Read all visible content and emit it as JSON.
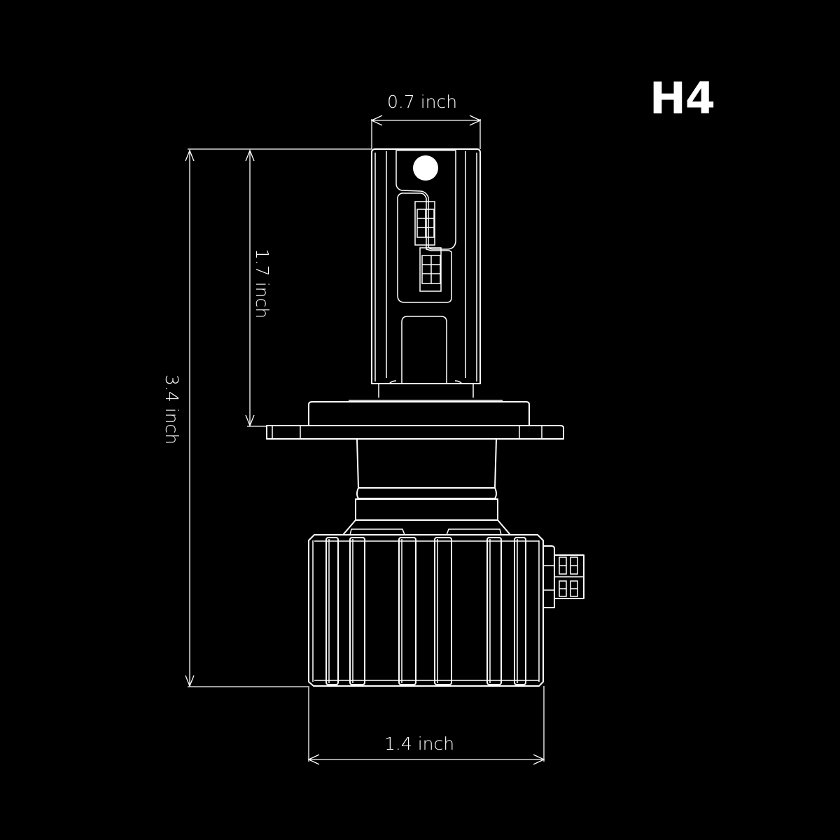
{
  "title": "H4",
  "dimensions": {
    "top_width": "0.7 inch",
    "upper_height": "1.7 inch",
    "total_height": "3.4 inch",
    "base_width": "1.4 inch"
  },
  "colors": {
    "background": "#000000",
    "line": "#ffffff"
  }
}
